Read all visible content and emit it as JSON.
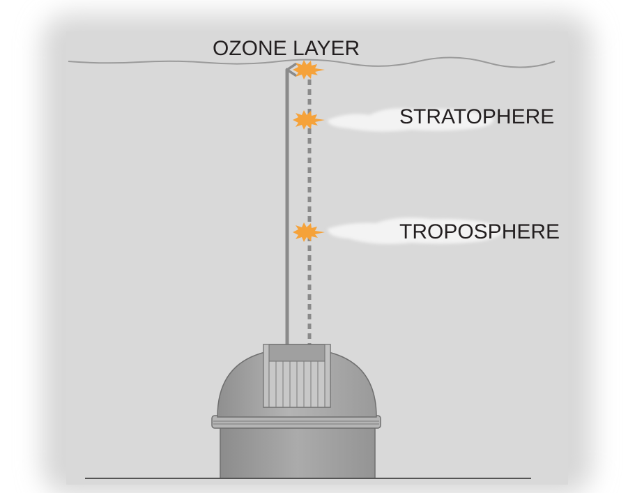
{
  "labels": {
    "ozone": "OZONE LAYER",
    "stratosphere": "STRATOPHERE",
    "troposphere": "TROPOSPHERE"
  },
  "colors": {
    "sky": "#d7d7d7",
    "beam": "#8a8a8a",
    "flash": "#f5a23a",
    "dome": "#a9a9a9",
    "ground": "#555555",
    "text": "#231f20"
  }
}
